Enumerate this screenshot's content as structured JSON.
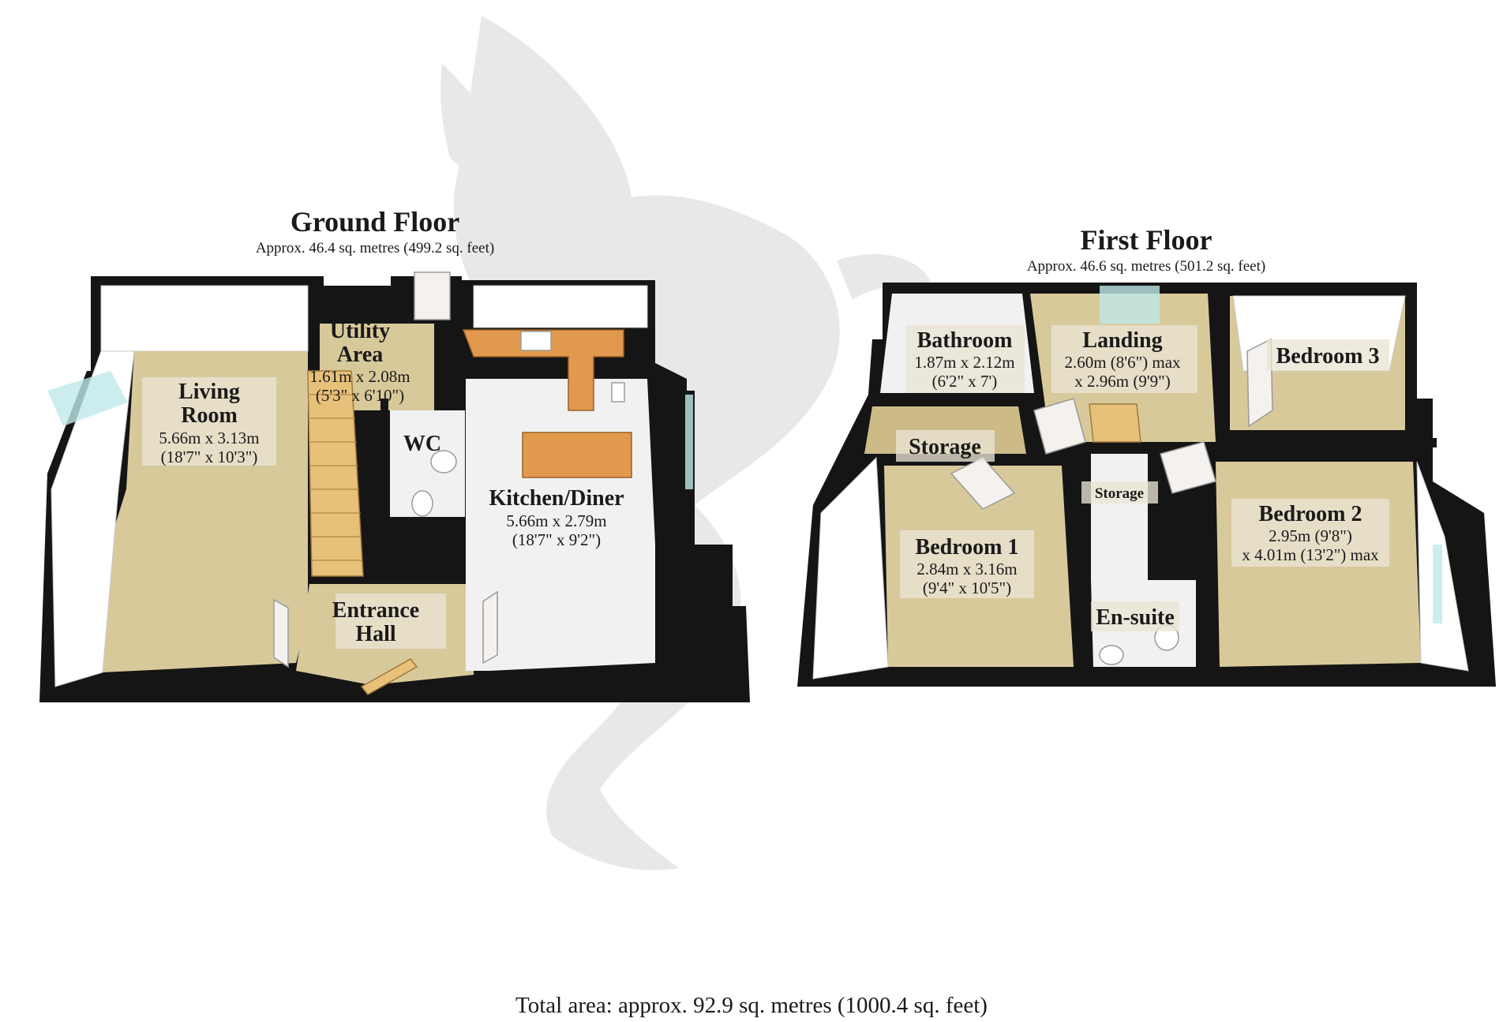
{
  "watermark": {
    "name": "griffin-logo",
    "color": "#d6d6d6"
  },
  "ground_floor": {
    "title": "Ground Floor",
    "area": "Approx. 46.4 sq. metres (499.2 sq. feet)",
    "rooms": {
      "living": {
        "name_line1": "Living",
        "name_line2": "Room",
        "dim1": "5.66m x 3.13m",
        "dim2": "(18'7\" x 10'3\")"
      },
      "utility": {
        "name_line1": "Utility",
        "name_line2": "Area",
        "dim1": "1.61m x 2.08m",
        "dim2": "(5'3\" x 6'10\")"
      },
      "wc": {
        "name": "WC"
      },
      "kitchen": {
        "name": "Kitchen/Diner",
        "dim1": "5.66m x 2.79m",
        "dim2": "(18'7\" x 9'2\")"
      },
      "hall": {
        "name_line1": "Entrance",
        "name_line2": "Hall"
      }
    }
  },
  "first_floor": {
    "title": "First Floor",
    "area": "Approx. 46.6 sq. metres (501.2 sq. feet)",
    "rooms": {
      "bathroom": {
        "name": "Bathroom",
        "dim1": "1.87m x 2.12m",
        "dim2": "(6'2\" x 7')"
      },
      "landing": {
        "name": "Landing",
        "dim1": "2.60m (8'6\") max",
        "dim2": "x 2.96m (9'9\")"
      },
      "bedroom3": {
        "name": "Bedroom 3"
      },
      "storage_left": {
        "name": "Storage"
      },
      "storage_small": {
        "name": "Storage"
      },
      "bedroom1": {
        "name": "Bedroom 1",
        "dim1": "2.84m x 3.16m",
        "dim2": "(9'4\" x 10'5\")"
      },
      "bedroom2": {
        "name": "Bedroom 2",
        "dim1": "2.95m (9'8\")",
        "dim2": "x 4.01m (13'2\") max"
      },
      "ensuite": {
        "name": "En-suite"
      }
    }
  },
  "total_area": "Total area: approx. 92.9 sq. metres (1000.4 sq. feet)",
  "colors": {
    "wall": "#151515",
    "carpet": "#d8c99b",
    "worktop": "#e19a4d",
    "stairs": "#e7c07a",
    "tile": "#f1f1f1",
    "window_glass": "#bfe8ea"
  }
}
